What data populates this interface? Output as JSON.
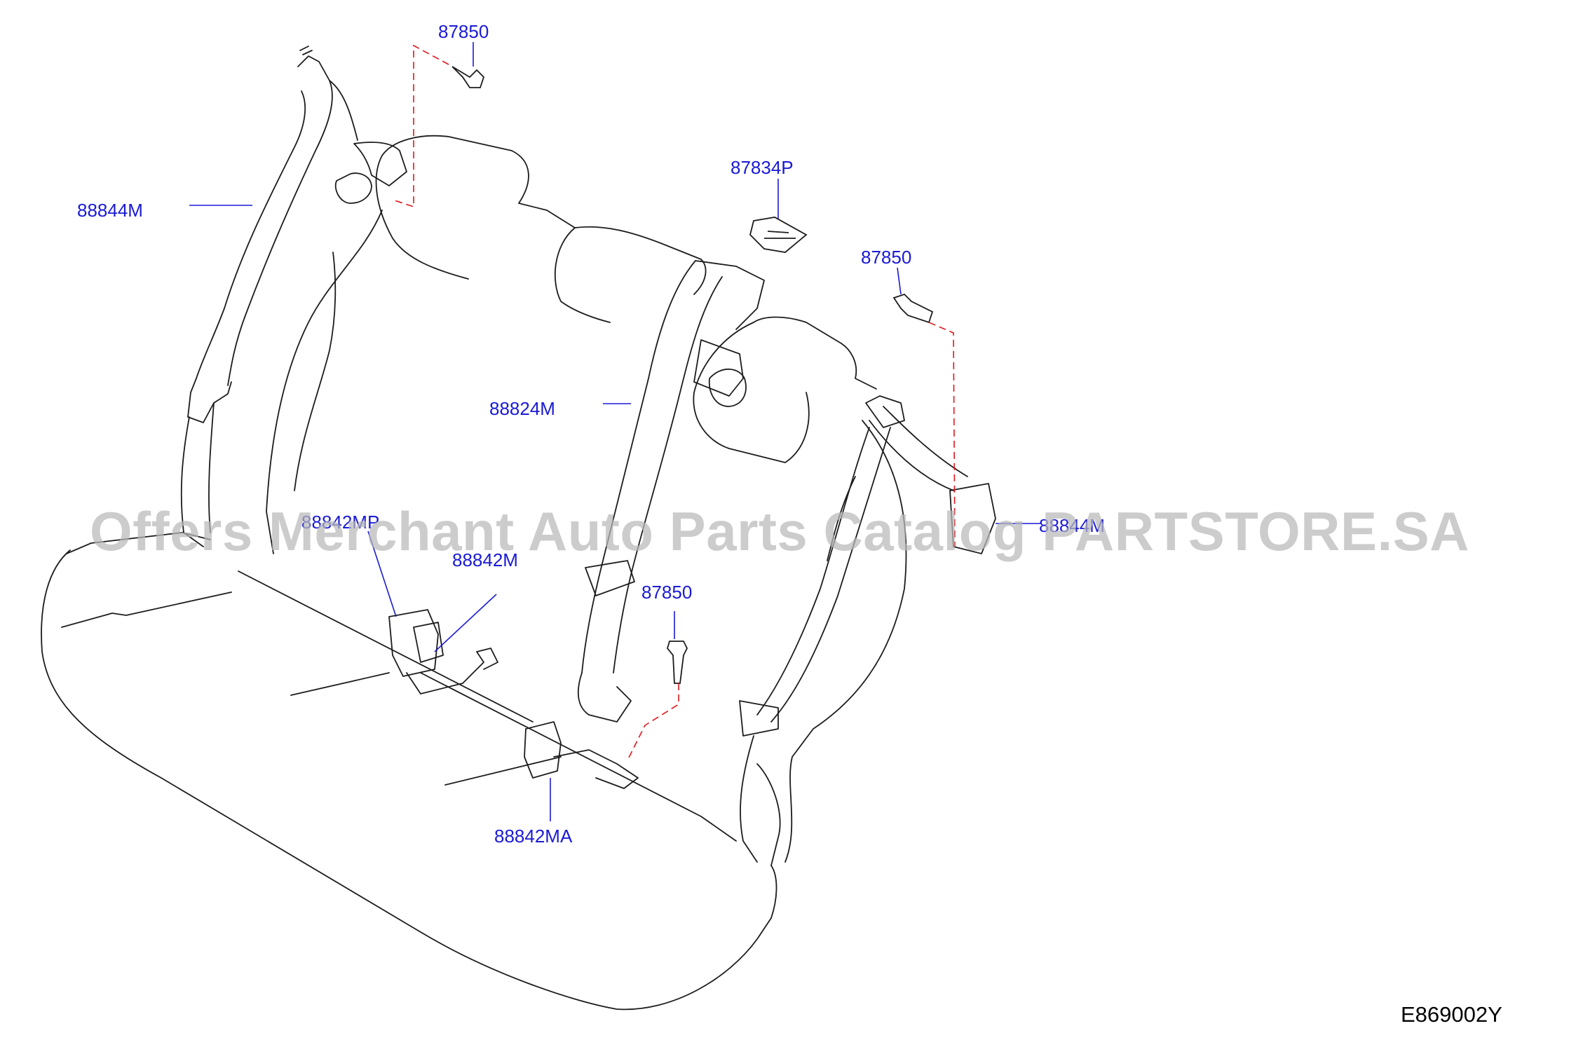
{
  "diagram": {
    "figure_code": "E869002Y",
    "watermark": "Offers Merchant Auto Parts Catalog PARTSTORE.SA",
    "callout_color": "#1a1ad6",
    "leader_color": "#1a1ad6",
    "dash_color": "#e0161b",
    "callouts": {
      "bolt_top": "87850",
      "belt_left": "88844M",
      "escutcheon": "87834P",
      "bolt_right": "87850",
      "belt_center": "88824M",
      "buckle_left": "88842MP",
      "buckle_center": "88842M",
      "bolt_center": "87850",
      "belt_right": "88844M",
      "buckle_right": "88842MA"
    }
  }
}
